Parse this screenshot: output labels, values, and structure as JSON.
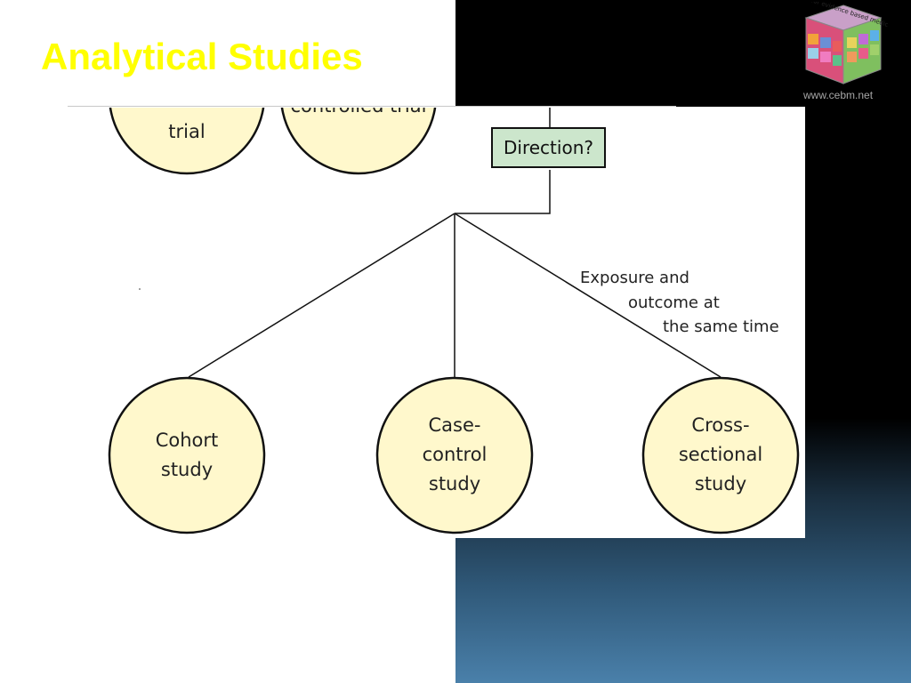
{
  "slide": {
    "title": "Analytical Studies",
    "logo_url": "www.cebm.net",
    "logo_text": "centre for evidence based medicine"
  },
  "diagram": {
    "top_nodes": [
      "trial",
      "controlled trial"
    ],
    "question": "Direction?",
    "annotation": [
      "Exposure and",
      "outcome at",
      "the same time"
    ],
    "bottom_nodes": [
      {
        "line1": "Cohort",
        "line2": "study"
      },
      {
        "line1": "Case-",
        "line2": "control",
        "line3": "study"
      },
      {
        "line1": "Cross-",
        "line2": "sectional",
        "line3": "study"
      }
    ]
  },
  "colors": {
    "title": "#ffff00",
    "node_fill": "#fff8cc",
    "question_fill": "#cce6cc"
  }
}
